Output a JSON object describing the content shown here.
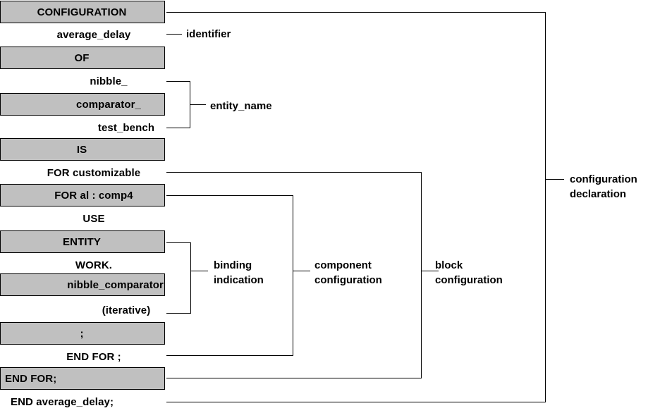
{
  "diagram": {
    "title": "VHDL configuration declaration syntax diagram",
    "colors": {
      "shaded_row_fill": "#c0c0c0",
      "row_border": "#000000",
      "connector": "#000000",
      "background": "#ffffff",
      "text": "#000000"
    },
    "code_rows": [
      {
        "text": "CONFIGURATION",
        "shaded": true,
        "align": "center"
      },
      {
        "text": "average_delay",
        "shaded": false,
        "align": "indent1"
      },
      {
        "text": "OF",
        "shaded": true,
        "align": "center"
      },
      {
        "text": "nibble_",
        "shaded": false,
        "align": "indent2"
      },
      {
        "text": "comparator_",
        "shaded": true,
        "align": "indent2"
      },
      {
        "text": "test_bench",
        "shaded": false,
        "align": "indent3"
      },
      {
        "text": "IS",
        "shaded": true,
        "align": "center"
      },
      {
        "text": "FOR customizable",
        "shaded": false,
        "align": "indent1"
      },
      {
        "text": "FOR al : comp4",
        "shaded": true,
        "align": "indent1"
      },
      {
        "text": "USE",
        "shaded": false,
        "align": "indent1"
      },
      {
        "text": "ENTITY",
        "shaded": true,
        "align": "center"
      },
      {
        "text": "WORK.",
        "shaded": false,
        "align": "indent1"
      },
      {
        "text": "nibble_comparator",
        "shaded": true,
        "align": "right"
      },
      {
        "text": "(iterative)",
        "shaded": false,
        "align": "indent3"
      },
      {
        "text": ";",
        "shaded": true,
        "align": "center"
      },
      {
        "text": "END FOR ;",
        "shaded": false,
        "align": "indent1"
      },
      {
        "text": "END FOR;",
        "shaded": true,
        "align": "left"
      },
      {
        "text": "END average_delay;",
        "shaded": false,
        "align": "code1"
      }
    ],
    "annotations": [
      {
        "id": "identifier",
        "text": "identifier",
        "refers_to": "average_delay"
      },
      {
        "id": "entity_name",
        "text": "entity_name",
        "refers_to": "nibble_ comparator_ test_bench"
      },
      {
        "id": "binding_indication",
        "text": "binding\nindication",
        "refers_to": "ENTITY WORK. nibble_comparator (iterative)"
      },
      {
        "id": "component_configuration",
        "text": "component\nconfiguration",
        "refers_to": "FOR al : comp4 ... END FOR ;"
      },
      {
        "id": "block_configuration",
        "text": "block\nconfiguration",
        "refers_to": "FOR customizable ... END FOR;"
      },
      {
        "id": "configuration_declaration",
        "text": "configuration\ndeclaration",
        "refers_to": "CONFIGURATION ... END average_delay;"
      }
    ]
  }
}
